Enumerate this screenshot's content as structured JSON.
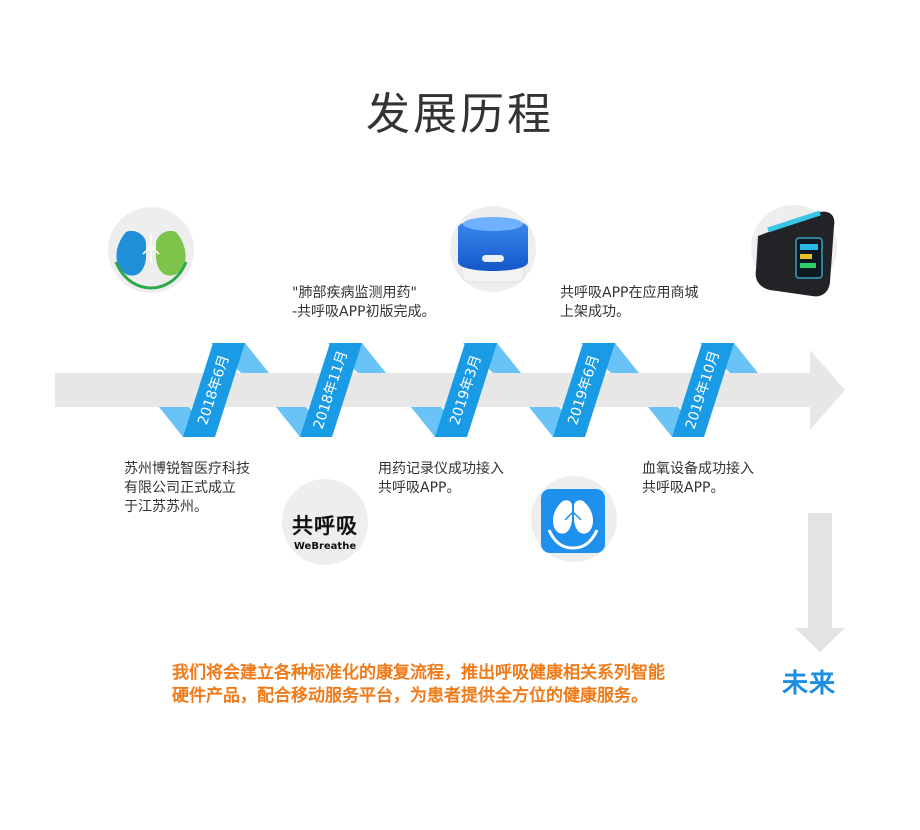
{
  "title": "发展历程",
  "milestones": [
    {
      "date": "2018年6月",
      "desc": "苏州博锐智医疗科技\n有限公司正式成立\n于江苏苏州。"
    },
    {
      "date": "2018年11月",
      "desc": "\"肺部疾病监测用药\"\n-共呼吸APP初版完成。"
    },
    {
      "date": "2019年3月",
      "desc": "用药记录仪成功接入\n共呼吸APP。"
    },
    {
      "date": "2019年6月",
      "desc": "共呼吸APP在应用商城\n上架成功。"
    },
    {
      "date": "2019年10月",
      "desc": "血氧设备成功接入\n共呼吸APP。"
    }
  ],
  "logos": {
    "webreathe_cn": "共呼吸",
    "webreathe_en": "WeBreathe"
  },
  "future": {
    "label": "未来",
    "text": "我们将会建立各种标准化的康复流程，推出呼吸健康相关系列智能\n硬件产品，配合移动服务平台，为患者提供全方位的健康服务。"
  },
  "colors": {
    "ribbon_light": "#69c3f7",
    "ribbon_dark": "#1a9be6",
    "arrow_gray": "#e7e7e7",
    "future_text": "#f07b1a",
    "future_label": "#1a8ee0"
  }
}
